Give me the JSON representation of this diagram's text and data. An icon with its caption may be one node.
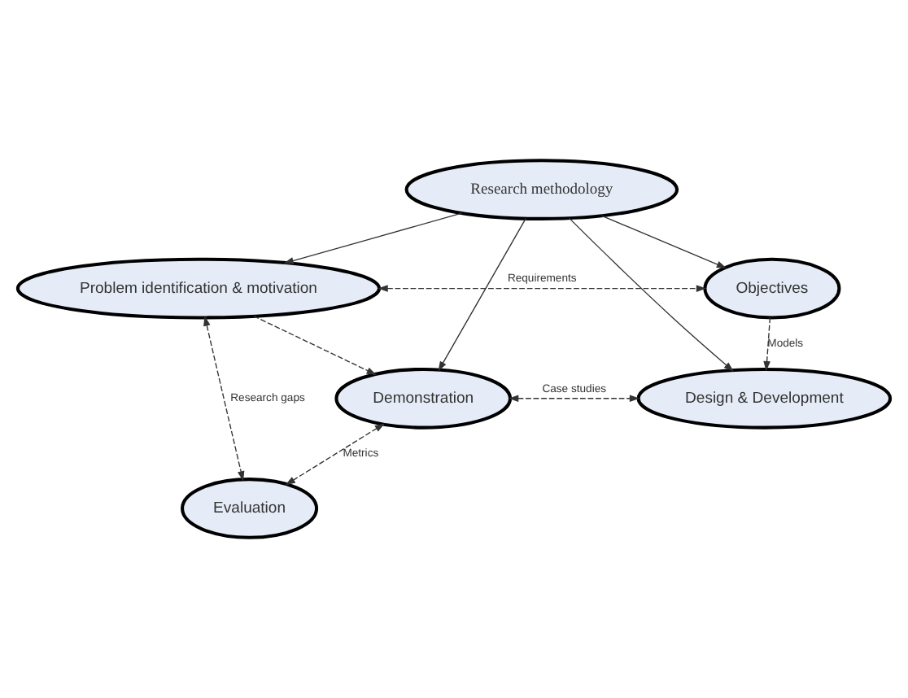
{
  "diagram": {
    "nodes": [
      {
        "text": [
          "Problem identification & motivation"
        ]
      },
      {
        "text": [
          "Objectives"
        ]
      },
      {
        "text": [
          "Research methodology"
        ]
      },
      {
        "text": [
          "Demonstration"
        ]
      },
      {
        "text": [
          "Design & Development"
        ]
      },
      {
        "text": [
          "Evaluation"
        ]
      }
    ],
    "edges": [
      {
        "from": 0,
        "to": 1,
        "arrow": "both",
        "label": "Requirements",
        "style": "dashed"
      },
      {
        "from": 2,
        "to": 0,
        "arrow": "to"
      },
      {
        "from": 2,
        "to": 1,
        "arrow": "to"
      },
      {
        "from": 2,
        "to": 3,
        "arrow": "to"
      },
      {
        "from": 2,
        "to": 4,
        "arrow": "to"
      },
      {
        "from": 0,
        "to": 3,
        "arrow": "to",
        "style": "dashed"
      },
      {
        "from": 1,
        "to": 4,
        "arrow": "to",
        "label": "Models",
        "style": "dashed"
      },
      {
        "from": 3,
        "to": 4,
        "arrow": "both",
        "label": "Case studies",
        "style": "dashed"
      },
      {
        "from": 3,
        "to": 5,
        "arrow": "both",
        "label": "Metrics",
        "style": "dashed"
      },
      {
        "from": 0,
        "to": 5,
        "arrow": "both",
        "label": "Research gaps",
        "style": "dashed"
      }
    ]
  }
}
